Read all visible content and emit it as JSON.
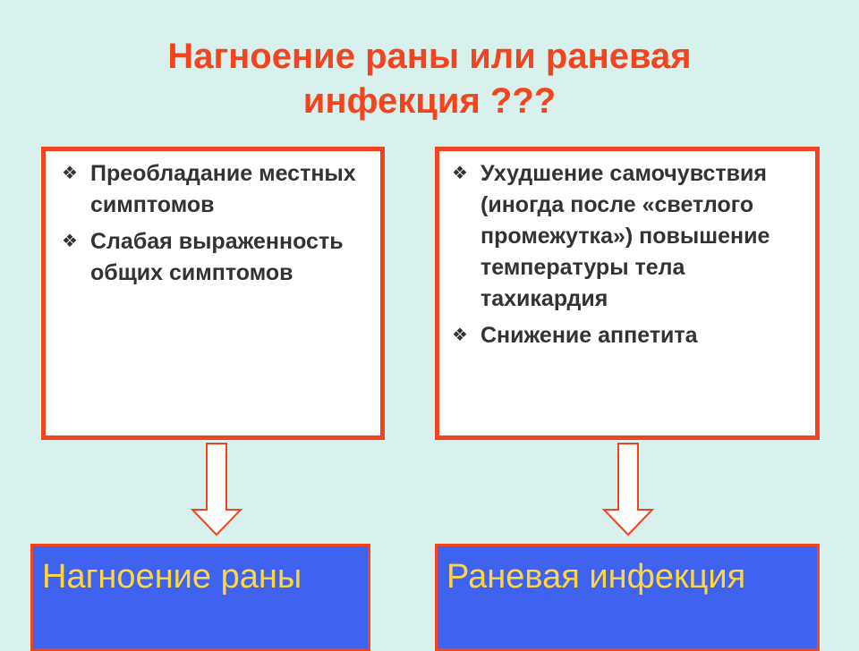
{
  "slide": {
    "title_line1": "Нагноение раны или раневая",
    "title_line2": "инфекция ???"
  },
  "colors": {
    "background": "#d9f1ec",
    "accent": "#f2451f",
    "result_fill": "#3f63ee",
    "result_text": "#ffd640"
  },
  "bullet_icon": "four-diamond-bullet",
  "left_box": {
    "bullets": [
      {
        "marker": "❖",
        "text": "Преобладание местных симптомов"
      },
      {
        "marker": "❖",
        "text": "Слабая выраженность общих симптомов"
      }
    ]
  },
  "right_box": {
    "bullets": [
      {
        "marker": "❖",
        "text": "Ухудшение самочувствия (иногда после «светлого промежутка») повышение температуры тела тахикардия"
      },
      {
        "marker": "❖",
        "text": "Снижение аппетита"
      }
    ]
  },
  "results": {
    "left": "Нагноение раны",
    "right": "Раневая инфекция"
  }
}
